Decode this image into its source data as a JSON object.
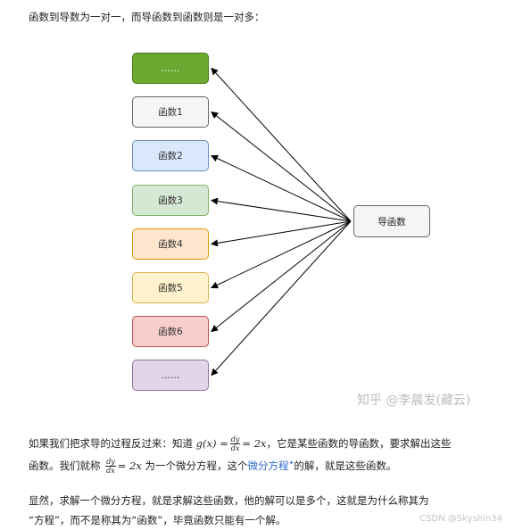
{
  "intro_text": "函数到导数为一对一，而导函数到函数则是一对多：",
  "diagram": {
    "left_boxes": [
      {
        "label": "……",
        "fill": "#6aa832",
        "stroke": "#4c7f20",
        "text_color": "#ffffff"
      },
      {
        "label": "函数1",
        "fill": "#f5f5f5",
        "stroke": "#666666",
        "text_color": "#333333"
      },
      {
        "label": "函数2",
        "fill": "#dae8fc",
        "stroke": "#6c8ebf",
        "text_color": "#333333"
      },
      {
        "label": "函数3",
        "fill": "#d5e8d4",
        "stroke": "#82b366",
        "text_color": "#333333"
      },
      {
        "label": "函数4",
        "fill": "#ffe6cc",
        "stroke": "#d79b00",
        "text_color": "#333333"
      },
      {
        "label": "函数5",
        "fill": "#fff2cc",
        "stroke": "#d6b656",
        "text_color": "#333333"
      },
      {
        "label": "函数6",
        "fill": "#f8cecc",
        "stroke": "#b85450",
        "text_color": "#333333"
      },
      {
        "label": "……",
        "fill": "#e1d5e7",
        "stroke": "#9673a6",
        "text_color": "#333333"
      }
    ],
    "right_box": {
      "label": "导函数"
    },
    "watermark": "知乎 @李晨发(藏云)"
  },
  "para1": {
    "text_before": "如果我们把求导的过程反过来：知道 ",
    "formula_lhs": "g(x) =",
    "frac_num": "dy",
    "frac_den": "dx",
    "formula_rhs": "= 2x",
    "text_after": "，它是某些函数的导函数，要求解出这些",
    "line2_start": "函数。我们就称 ",
    "line2_frac_num": "dy",
    "line2_frac_den": "dx",
    "line2_rhs": "= 2x",
    "line2_mid": " 为一个微分方程，这个",
    "link_text": "微分方程",
    "line2_end": "的解，就是这些函数。"
  },
  "para2": {
    "line1": "显然，求解一个微分方程，就是求解这些函数，他的解可以是多个，这就是为什么称其为",
    "line2": "“方程”，而不是称其为“函数”，毕竟函数只能有一个解。"
  },
  "footer": {
    "csdn_label": "CSDN @Skyshin34"
  }
}
